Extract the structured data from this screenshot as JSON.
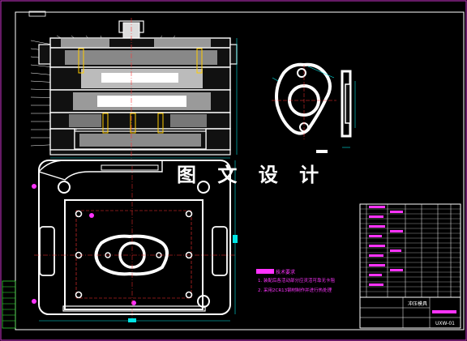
{
  "watermark_text": "图 文 设 计",
  "notes": {
    "title": "技术要求",
    "line1": "1. 装配后各活动部分应灵活可靠无卡阻",
    "line2": "2. 采用2CR13钢材制作并进行热处理"
  },
  "title_block": {
    "drawing_no": "UXW-01",
    "name": "冲压模具"
  },
  "colors": {
    "background": "#000000",
    "outline": "#ffffff",
    "frame": "#cc33cc",
    "dimension": "#00e5e5",
    "centerline": "#ff3333",
    "accent_magenta": "#ff33ff",
    "legend_green": "#33cc33",
    "hatch": "#e8e8e8"
  }
}
